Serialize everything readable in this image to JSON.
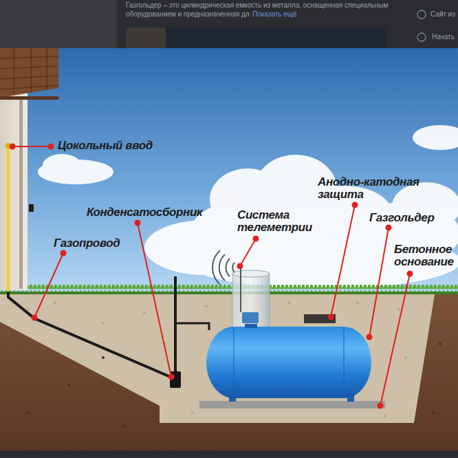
{
  "diagram": {
    "labels": [
      "Газгольдер – это цилиндрическая емкость из металла, оснащенная специальным",
      "оборудованием и предназначенная дл",
      "Показать ещё",
      "Сайт из",
      "Начать",
      "Цокольный ввод",
      "Анодно-катодная защита",
      "Конденсатосборник",
      "Система телеметрии",
      "Газгольдер",
      "Газопровод",
      "Бетонное основание"
    ]
  }
}
